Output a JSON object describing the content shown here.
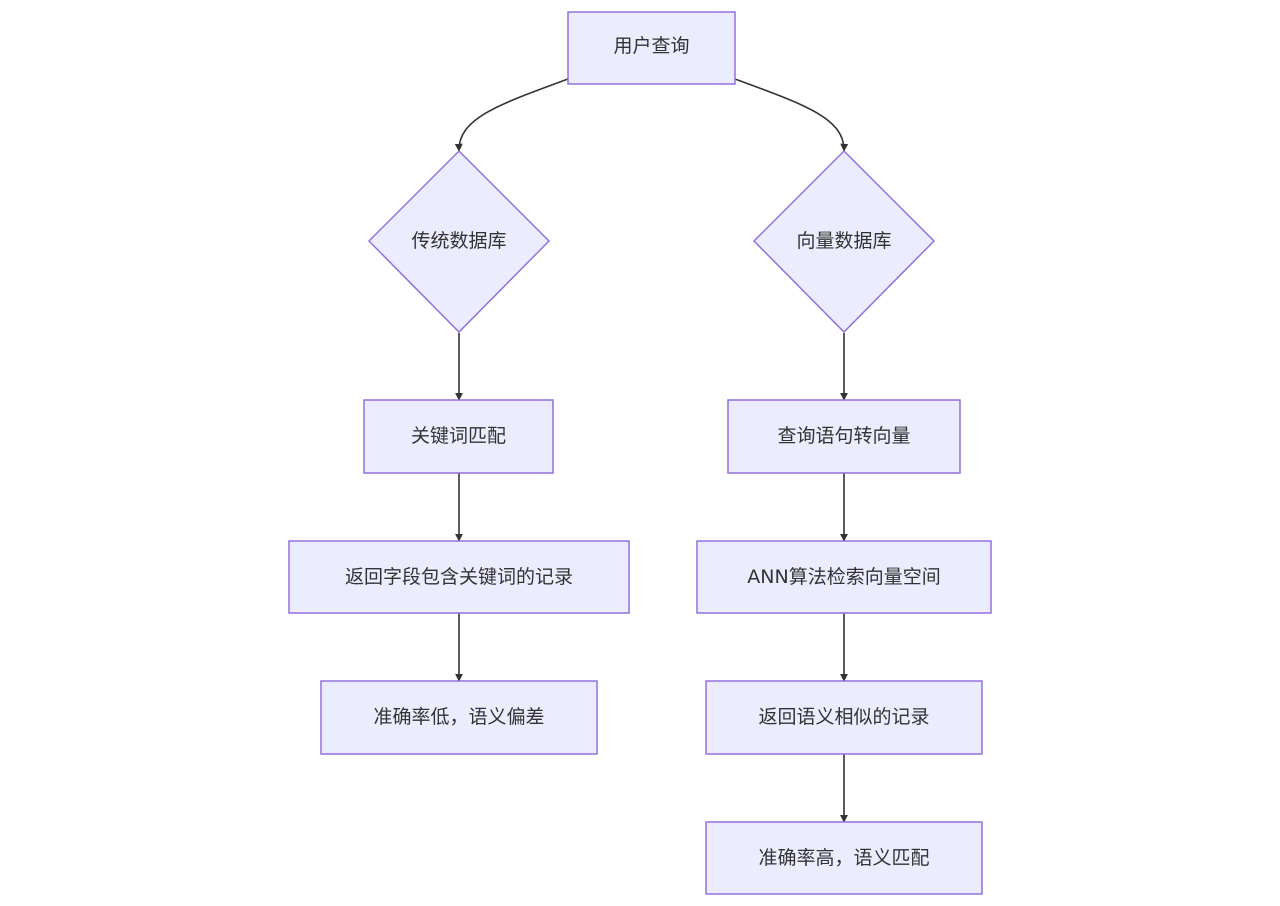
{
  "nodes": {
    "user_query": "用户查询",
    "traditional_db": "传统数据库",
    "vector_db": "向量数据库",
    "keyword_match": "关键词匹配",
    "query_to_vector": "查询语句转向量",
    "return_keyword_records": "返回字段包含关键词的记录",
    "ann_search": "ANN算法检索向量空间",
    "low_accuracy": "准确率低，语义偏差",
    "return_similar_records": "返回语义相似的记录",
    "high_accuracy": "准确率高，语义匹配"
  },
  "edges": [
    {
      "from": "user_query",
      "to": "traditional_db"
    },
    {
      "from": "user_query",
      "to": "vector_db"
    },
    {
      "from": "traditional_db",
      "to": "keyword_match"
    },
    {
      "from": "keyword_match",
      "to": "return_keyword_records"
    },
    {
      "from": "return_keyword_records",
      "to": "low_accuracy"
    },
    {
      "from": "vector_db",
      "to": "query_to_vector"
    },
    {
      "from": "query_to_vector",
      "to": "ann_search"
    },
    {
      "from": "ann_search",
      "to": "return_similar_records"
    },
    {
      "from": "return_similar_records",
      "to": "high_accuracy"
    }
  ],
  "colors": {
    "node_fill": "#ECECFF",
    "node_stroke": "#9370DB",
    "edge": "#333333",
    "text": "#333333"
  }
}
